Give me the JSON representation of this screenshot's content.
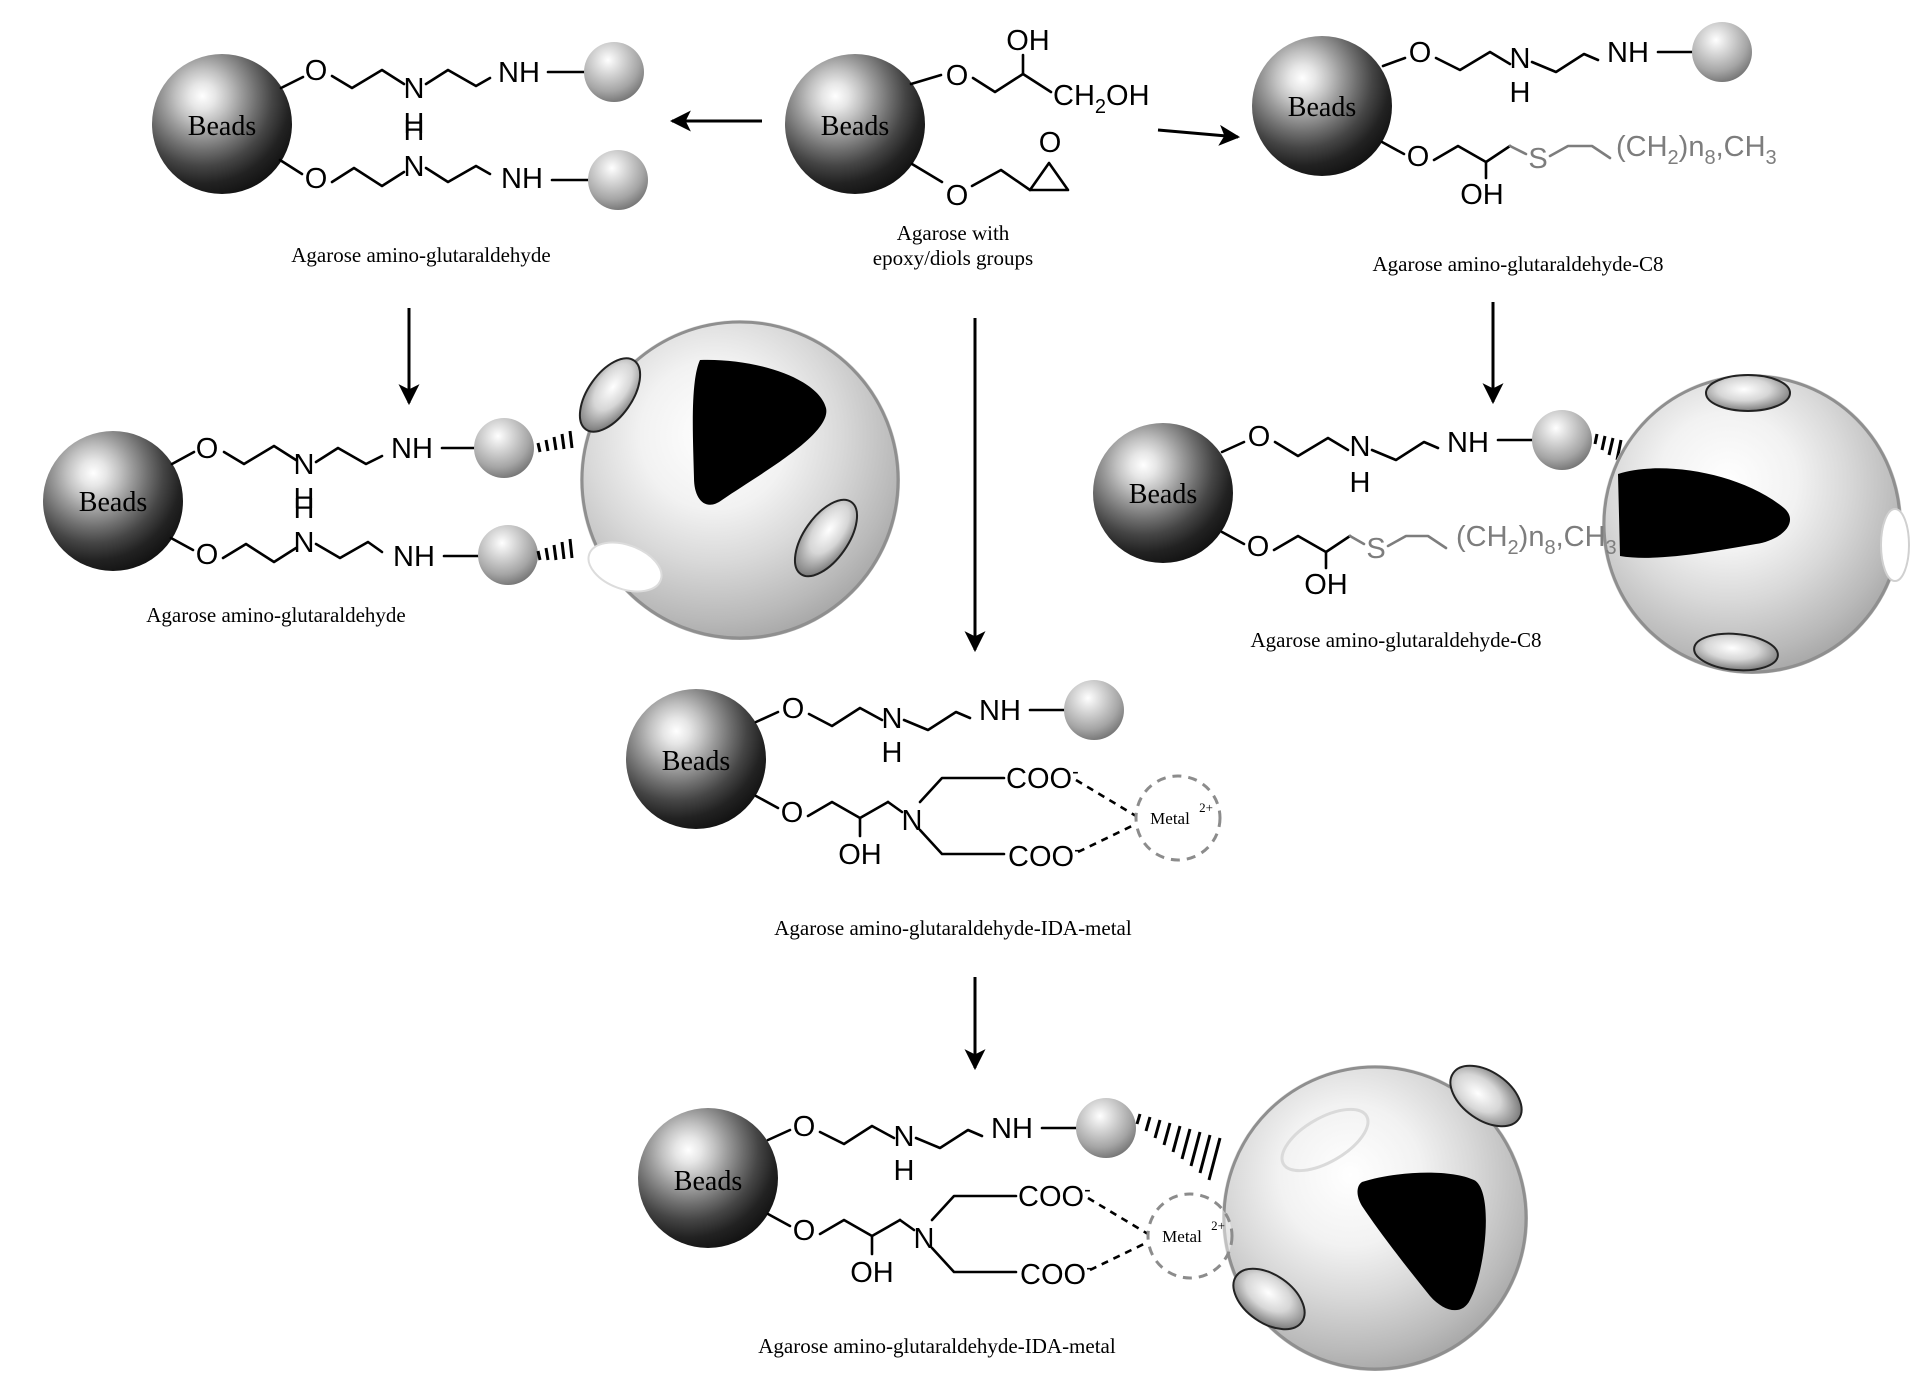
{
  "bead_label": "Beads",
  "atoms": {
    "o": "O",
    "nh": "NH",
    "n": "N",
    "h": "H",
    "oh": "OH",
    "ch2oh_a": "CH",
    "ch2oh_b": "2",
    "ch2oh_c": "OH",
    "s": "S",
    "chain_a": "(CH",
    "chain_b": "2",
    "chain_c": ")n",
    "chain_d": "8",
    "chain_e": ",CH",
    "chain_f": "3",
    "coo": "COO",
    "minus": "-",
    "metal": "Metal",
    "metal_charge": "2+"
  },
  "captions": {
    "center_top_line1": "Agarose with",
    "center_top_line2": "epoxy/diols groups",
    "top_left": "Agarose amino-glutaraldehyde",
    "top_right": "Agarose amino-glutaraldehyde-C8",
    "mid_left": "Agarose amino-glutaraldehyde",
    "mid_right": "Agarose amino-glutaraldehyde-C8",
    "mid_center": "Agarose amino-glutaraldehyde-IDA-metal",
    "bottom": "Agarose amino-glutaraldehyde-IDA-metal"
  },
  "colors": {
    "ink": "#000000",
    "hydrophobic_chain": "#7d7d7d",
    "metal_circle": "#8c8c8c"
  }
}
